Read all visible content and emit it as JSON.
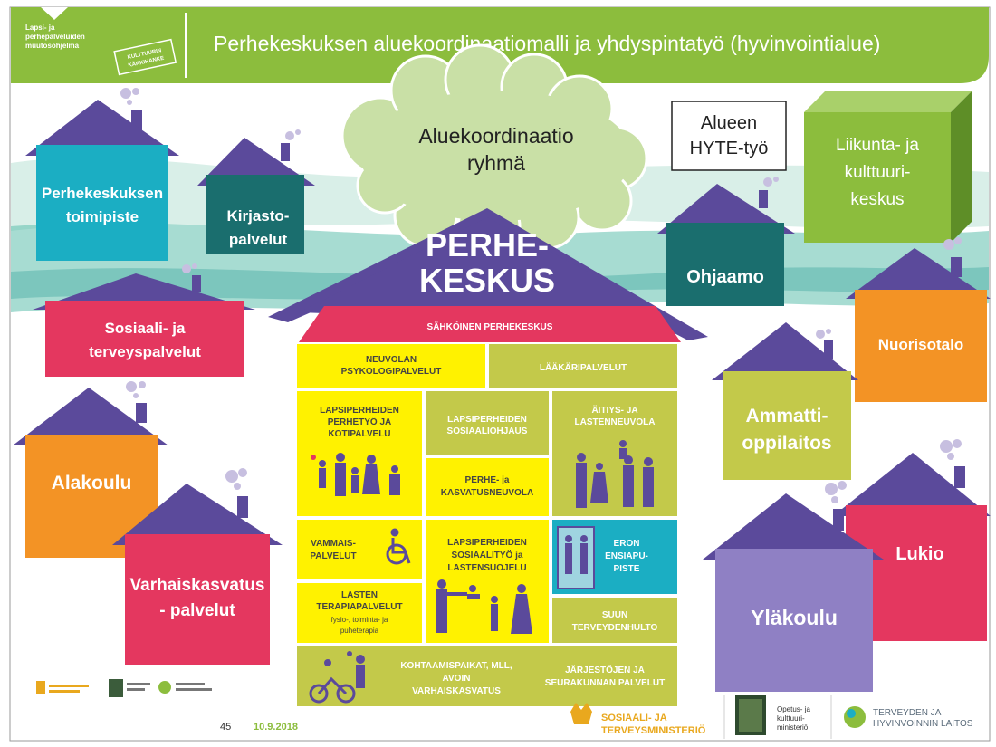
{
  "header": {
    "program_line1": "Lapsi- ja",
    "program_line2": "perhepalveluiden",
    "program_line3": "muutosohjelma",
    "stamp_line1": "KULTTUURIN",
    "stamp_line2": "KÄRKIHANKE",
    "title": "Perhekeskuksen aluekoordinaatiomalli ja yhdyspintatyö (hyvinvointialue)"
  },
  "cloud": {
    "line1": "Aluekoordinaatio",
    "line2": "ryhmä"
  },
  "hyte": {
    "line1": "Alueen",
    "line2": "HYTE-työ"
  },
  "cube": {
    "line1": "Liikunta- ja",
    "line2": "kulttuuri-",
    "line3": "keskus"
  },
  "houses": {
    "toimipiste": {
      "line1": "Perhekeskuksen",
      "line2": "toimipiste"
    },
    "kirjasto": {
      "line1": "Kirjasto-",
      "line2": "palvelut"
    },
    "sosiaali": {
      "line1": "Sosiaali- ja",
      "line2": "terveyspalvelut"
    },
    "alakoulu": {
      "line1": "Alakoulu"
    },
    "varhais": {
      "line1": "Varhaiskasvatus",
      "line2": "- palvelut"
    },
    "ohjaamo": {
      "line1": "Ohjaamo"
    },
    "nuoriso": {
      "line1": "Nuorisotalo"
    },
    "ammatti": {
      "line1": "Ammatti-",
      "line2": "oppilaitos"
    },
    "lukio": {
      "line1": "Lukio"
    },
    "ylakoulu": {
      "line1": "Yläkoulu"
    }
  },
  "center": {
    "roof_line1": "PERHE-",
    "roof_line2": "KESKUS",
    "banner": "SÄHKÖINEN PERHEKESKUS",
    "neuvolan": [
      "NEUVOLAN",
      "PSYKOLOGIPALVELUT"
    ],
    "laakari": "LÄÄKÄRIPALVELUT",
    "perhetyo": [
      "LAPSIPERHEIDEN",
      "PERHETYÖ JA",
      "KOTIPALVELU"
    ],
    "ohjaus": [
      "LAPSIPERHEIDEN",
      "SOSIAALIOHJAUS"
    ],
    "aitiys": [
      "ÄITIYS- JA",
      "LASTENNEUVOLA"
    ],
    "kasvatus": [
      "PERHE- ja",
      "KASVATUSNEUVOLA"
    ],
    "vammais": [
      "VAMMAIS-",
      "PALVELUT"
    ],
    "sosiaalityo": [
      "LAPSIPERHEIDEN",
      "SOSIAALITYÖ ja",
      "LASTENSUOJELU"
    ],
    "eron": [
      "ERON",
      "ENSIAPU-",
      "PISTE"
    ],
    "terapia": [
      "LASTEN",
      "TERAPIAPALVELUT",
      "fysio-, toiminta- ja",
      "puheterapia"
    ],
    "suun": [
      "SUUN",
      "TERVEYDENHULTO"
    ],
    "kohtaamis": [
      "KOHTAAMISPAIKAT, MLL,",
      "AVOIN",
      "VARHAISKASVATUS"
    ],
    "jarjestot": [
      "JÄRJESTÖJEN JA",
      "SEURAKUNNAN PALVELUT"
    ]
  },
  "footer": {
    "page_number": "45",
    "date": "10.9.2018",
    "stm_line1": "SOSIAALI- JA",
    "stm_line2": "TERVEYSMINISTERIÖ",
    "okm_line1": "Opetus- ja",
    "okm_line2": "kulttuuri-",
    "okm_line3": "ministeriö",
    "thl_line1": "TERVEYDEN JA",
    "thl_line2": "HYVINVOINNIN LAITOS"
  },
  "colors": {
    "green": "#8cbd3d",
    "purple": "#5b4a9b",
    "pink": "#e4375f",
    "teal_box": "#1baec3",
    "dark_teal": "#1a6e6e",
    "orange": "#f39325",
    "yellow": "#fff200",
    "olive": "#c3c94a",
    "lilac": "#8f80c4"
  }
}
